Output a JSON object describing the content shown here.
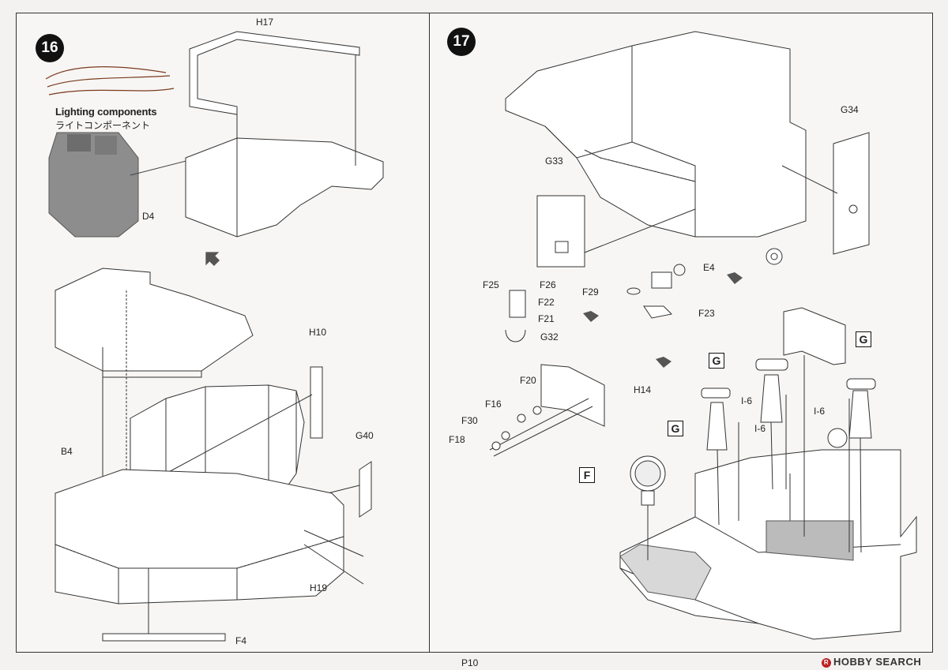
{
  "steps": {
    "left": "16",
    "right": "17"
  },
  "lighting": {
    "title": "Lighting components",
    "subtitle": "ライトコンポーネント"
  },
  "left_labels": {
    "h17": "H17",
    "d4": "D4",
    "h10": "H10",
    "b4": "B4",
    "g40": "G40",
    "h19": "H19",
    "f4": "F4"
  },
  "right_labels": {
    "g34": "G34",
    "g33": "G33",
    "e4": "E4",
    "f25": "F25",
    "f26": "F26",
    "f22": "F22",
    "f21": "F21",
    "f29": "F29",
    "f23": "F23",
    "g32": "G32",
    "f20": "F20",
    "h14": "H14",
    "f16": "F16",
    "f30": "F30",
    "f18": "F18",
    "i6a": "I-6",
    "i6b": "I-6",
    "i6c": "I-6"
  },
  "tags": {
    "g1": "G",
    "g2": "G",
    "g3": "G",
    "f": "F"
  },
  "footer": {
    "page": "P10",
    "watermark": "HOBBY SEARCH",
    "watermark_mark": "R"
  }
}
